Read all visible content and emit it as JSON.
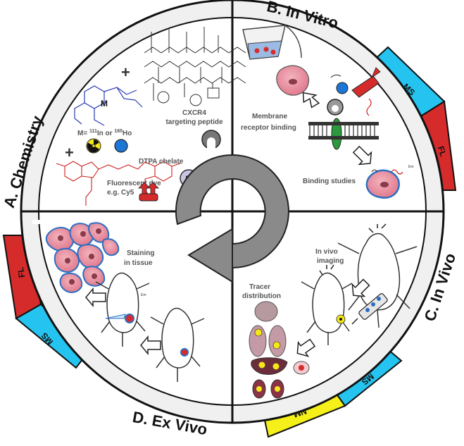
{
  "sections": {
    "chemistry": {
      "title": "A. Chemistry",
      "peptide_label_1": "CXCR4",
      "peptide_label_2": "targeting peptide",
      "metal_label_prefix": "M= ",
      "metal_label_in": "111",
      "metal_label_mid": "In or ",
      "metal_label_ho": "165",
      "metal_label_suffix": "Ho",
      "chelate_label": "DTPA chelate",
      "dye_label_1": "Fluorescent dye",
      "dye_label_2": "e.g. Cy5",
      "m_symbol": "M"
    },
    "in_vitro": {
      "title": "B. In Vitro",
      "receptor_label_1": "Membrane",
      "receptor_label_2": "receptor binding",
      "binding_label": "Binding studies",
      "em_label": "Em"
    },
    "in_vivo": {
      "title": "C. In Vivo",
      "imaging_label_1": "In vivo",
      "imaging_label_2": "imaging",
      "distribution_label_1": "Tracer",
      "distribution_label_2": "distribution"
    },
    "ex_vivo": {
      "title": "D. Ex Vivo",
      "staining_label_1": "Staining",
      "staining_label_2": "in tissue",
      "em_label": "Em"
    }
  },
  "bands": {
    "ms_top": "MS",
    "fl_top": "FL",
    "nm_bottom": "NM",
    "ms_bottom": "MS",
    "fl_left": "FL",
    "ms_left": "MS"
  },
  "colors": {
    "ms": "#25c4f0",
    "fl": "#d52b2b",
    "nm": "#f5ef1a",
    "arrow": "#888888",
    "cell": "#e98a9b"
  }
}
